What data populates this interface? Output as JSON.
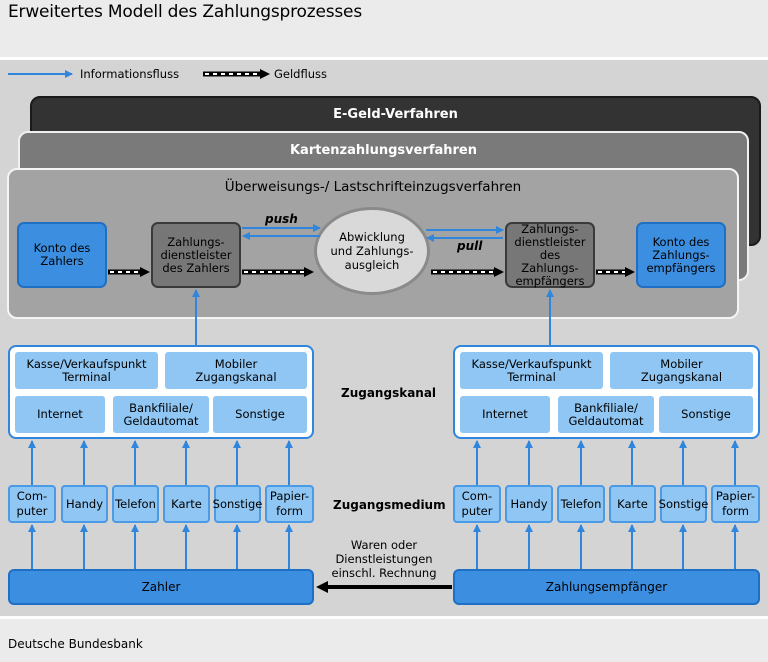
{
  "title": "Erweitertes Modell des Zahlungsprozesses",
  "source": "Deutsche Bundesbank",
  "legend": {
    "info_flow": "Informationsfluss",
    "money_flow": "Geldfluss"
  },
  "layers": {
    "egeld": "E-Geld-Verfahren",
    "karten": "Kartenzahlungsverfahren",
    "ueberweisung": "Überweisungs-/ Lastschrifteinzugsverfahren"
  },
  "process": {
    "konto_zahler": "Konto des Zahlers",
    "dienstleister_zahler": "Zahlungs-dienstleister des Zahlers",
    "abwicklung": "Abwicklung und Zahlungs-ausgleich",
    "dienstleister_empfaenger": "Zahlungs-dienstleister des Zahlungs-empfängers",
    "konto_empfaenger": "Konto des Zahlungs-empfängers",
    "push": "push",
    "pull": "pull"
  },
  "zugangskanal": {
    "label": "Zugangskanal",
    "items": [
      "Kasse/Verkaufspunkt Terminal",
      "Mobiler Zugangskanal",
      "Internet",
      "Bankfiliale/ Geldautomat",
      "Sonstige"
    ]
  },
  "zugangsmedium": {
    "label": "Zugangsmedium",
    "items": [
      "Com-puter",
      "Handy",
      "Telefon",
      "Karte",
      "Sonstige",
      "Papier-form"
    ]
  },
  "parties": {
    "zahler": "Zahler",
    "empfaenger": "Zahlungsempfänger",
    "waren": "Waren oder Dienstleistungen einschl. Rechnung"
  },
  "colors": {
    "blue_box": "#3c8fe0",
    "light_box": "#8fc6f3",
    "dark_layer": "#333333",
    "arrow_blue": "#2f86dc"
  }
}
